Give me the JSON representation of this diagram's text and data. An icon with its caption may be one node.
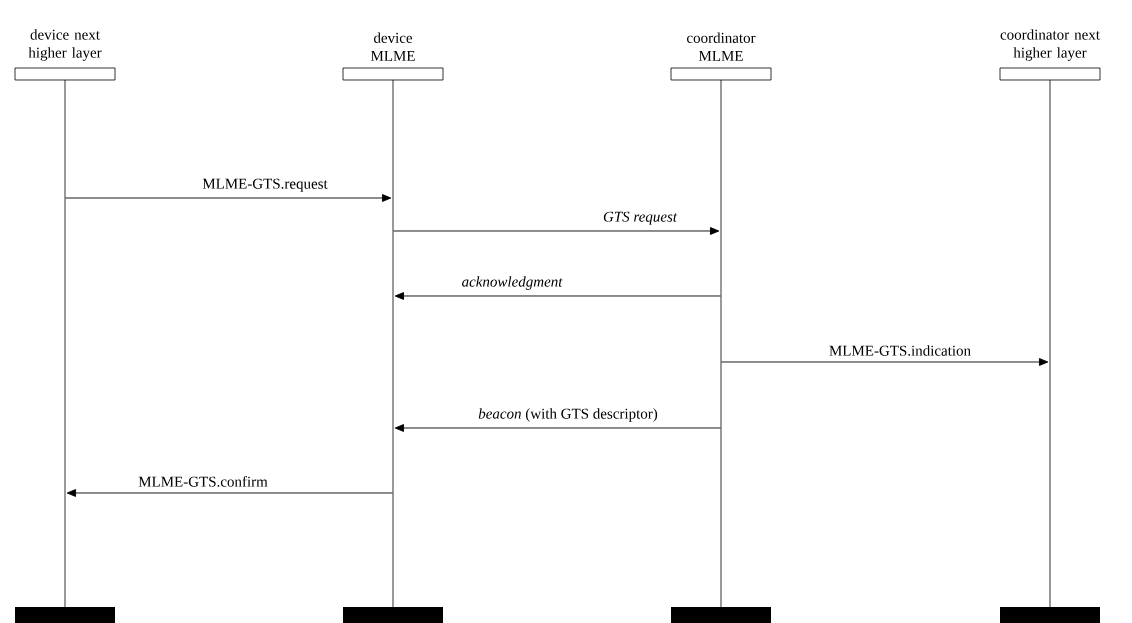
{
  "diagram": {
    "nodes": [
      {
        "text": [
          "device next higher layer"
        ]
      },
      {
        "text": [
          "device MLME"
        ]
      },
      {
        "text": [
          "coordinator MLME"
        ]
      },
      {
        "text": [
          "coordinator next higher layer"
        ]
      }
    ],
    "edges": [
      {
        "from": 0,
        "to": 1,
        "arrow": "to",
        "label": "MLME-GTS.request"
      },
      {
        "from": 1,
        "to": 2,
        "arrow": "to",
        "label": "GTS request"
      },
      {
        "from": 2,
        "to": 1,
        "arrow": "to",
        "label": "acknowledgment"
      },
      {
        "from": 2,
        "to": 3,
        "arrow": "to",
        "label": "MLME-GTS.indication"
      },
      {
        "from": 2,
        "to": 1,
        "arrow": "to",
        "label": "*beacon* (with GTS descriptor)"
      },
      {
        "from": 1,
        "to": 0,
        "arrow": "to",
        "label": "MLME-GTS.confirm"
      }
    ]
  }
}
